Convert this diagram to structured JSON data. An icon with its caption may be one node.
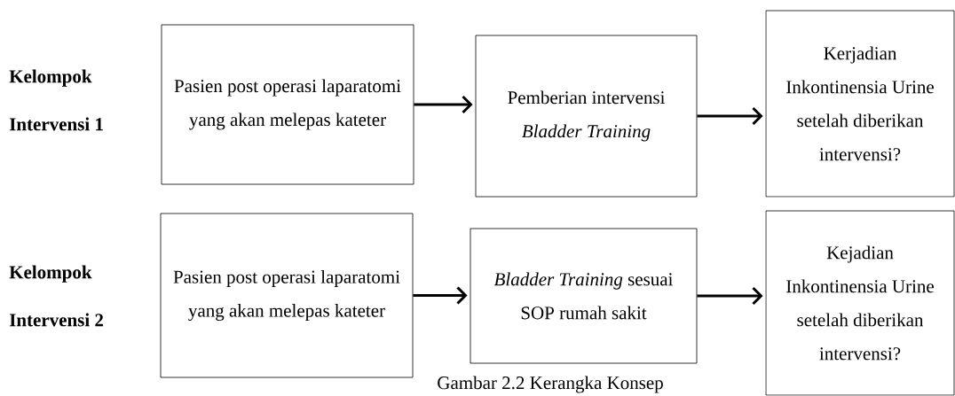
{
  "diagram": {
    "caption": "Gambar 2.2 Kerangka Konsep",
    "nodes": [
      {
        "text": [
          "Pasien post operasi laparatomi yang akan melepas kateter"
        ]
      },
      {
        "text": [
          "Pemberian intervensi *Bladder Training*"
        ]
      },
      {
        "text": [
          "Kerjadian Inkontinensia Urine setelah diberikan intervensi?"
        ]
      },
      {
        "text": [
          "Pasien post operasi laparatomi yang akan melepas kateter"
        ]
      },
      {
        "text": [
          "*Bladder Training* sesuai SOP rumah sakit"
        ]
      },
      {
        "text": [
          "Kejadian Inkontinensia Urine setelah diberikan intervensi?"
        ]
      }
    ],
    "edges": [
      {
        "from": 0,
        "to": 1,
        "arrow": "to"
      },
      {
        "from": 1,
        "to": 2,
        "arrow": "to"
      },
      {
        "from": 3,
        "to": 4,
        "arrow": "to"
      },
      {
        "from": 4,
        "to": 5,
        "arrow": "to"
      }
    ],
    "labels": [
      "Kelompok Intervensi 1",
      "Kelompok Intervensi 2"
    ]
  }
}
